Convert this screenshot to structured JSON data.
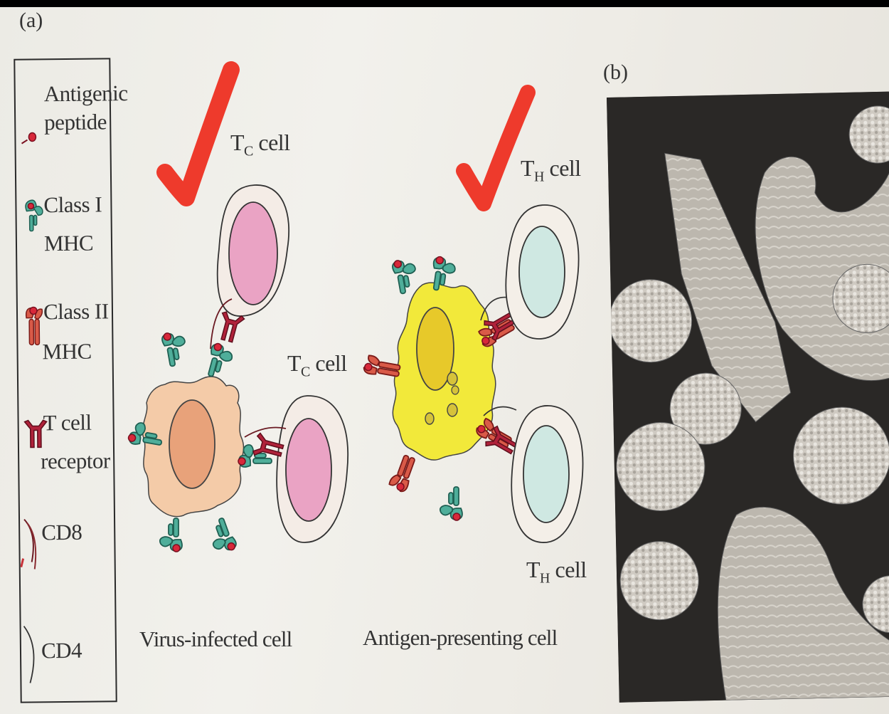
{
  "panel_a_label": "(a)",
  "panel_b_label": "(b)",
  "legend": {
    "antigenic_peptide": [
      "Antigenic",
      "peptide"
    ],
    "class_i_mhc": [
      "Class I",
      "MHC"
    ],
    "class_ii_mhc": [
      "Class II",
      "MHC"
    ],
    "t_cell_receptor": [
      "T cell",
      "receptor"
    ],
    "cd8": "CD8",
    "cd4": "CD4"
  },
  "cells": {
    "tc_top": {
      "main": "T",
      "sub": "C",
      "suffix": " cell"
    },
    "tc_mid": {
      "main": "T",
      "sub": "C",
      "suffix": " cell"
    },
    "th_top": {
      "main": "T",
      "sub": "H",
      "suffix": " cell"
    },
    "th_bottom": {
      "main": "T",
      "sub": "H",
      "suffix": " cell"
    }
  },
  "captions": {
    "virus_infected": "Virus-infected cell",
    "antigen_presenting": "Antigen-presenting cell"
  },
  "colors": {
    "check_mark": "#ee3a2c",
    "class_i_mhc": "#4fae9a",
    "class_ii_mhc": "#c8323a",
    "peptide": "#d8283a",
    "virus_cell_body": "#f4cba8",
    "virus_cell_nucleus": "#e8a27a",
    "apc_body": "#f2e93a",
    "apc_nucleus": "#e7c92a",
    "tc_nucleus": "#eaa3c4",
    "th_nucleus": "#cfe8e2"
  }
}
